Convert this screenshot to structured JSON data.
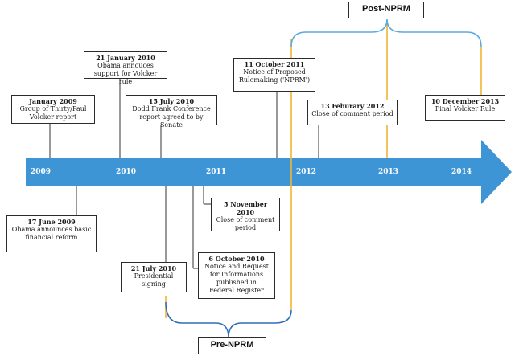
{
  "colors": {
    "arrow": "#3d95d6",
    "post_bracket": "#5aaae0",
    "pre_bracket": "#2f6fb6",
    "marker": "#f1b434",
    "connector": "#333333"
  },
  "years": [
    "2009",
    "2010",
    "2011",
    "2012",
    "2013",
    "2014"
  ],
  "phases": {
    "post_nprm": "Post-NPRM",
    "pre_nprm": "Pre-NPRM"
  },
  "events": {
    "group_of_thirty": {
      "date": "January 2009",
      "text": "Group of Thirty/Paul\nVolcker report"
    },
    "obama_volcker": {
      "date": "21 January 2010",
      "text": "Obama annouces\nsupport for Volcker rule"
    },
    "dodd_frank": {
      "date": "15 July 2010",
      "text": "Dodd Frank Conference\nreport agreed to by Senate"
    },
    "nprm": {
      "date": "11 October 2011",
      "text": "Notice of Proposed\nRulemaking ('NPRM')"
    },
    "close_comment_2012": {
      "date": "13 Feburary 2012",
      "text": "Close of comment period"
    },
    "final_rule": {
      "date": "10 December 2013",
      "text": "Final Volcker Rule"
    },
    "obama_reform": {
      "date": "17 June  2009",
      "text": "Obama announces basic\nfinancial reform"
    },
    "close_comment_2010": {
      "date": "5 November 2010",
      "text": "Close of comment\nperiod"
    },
    "notice_request": {
      "date": "6 October 2010",
      "text": "Notice and Request\nfor Informations\npublished in\nFederal Register"
    },
    "presidential_signing": {
      "date": "21 July 2010",
      "text": "Presidential\nsigning"
    }
  }
}
